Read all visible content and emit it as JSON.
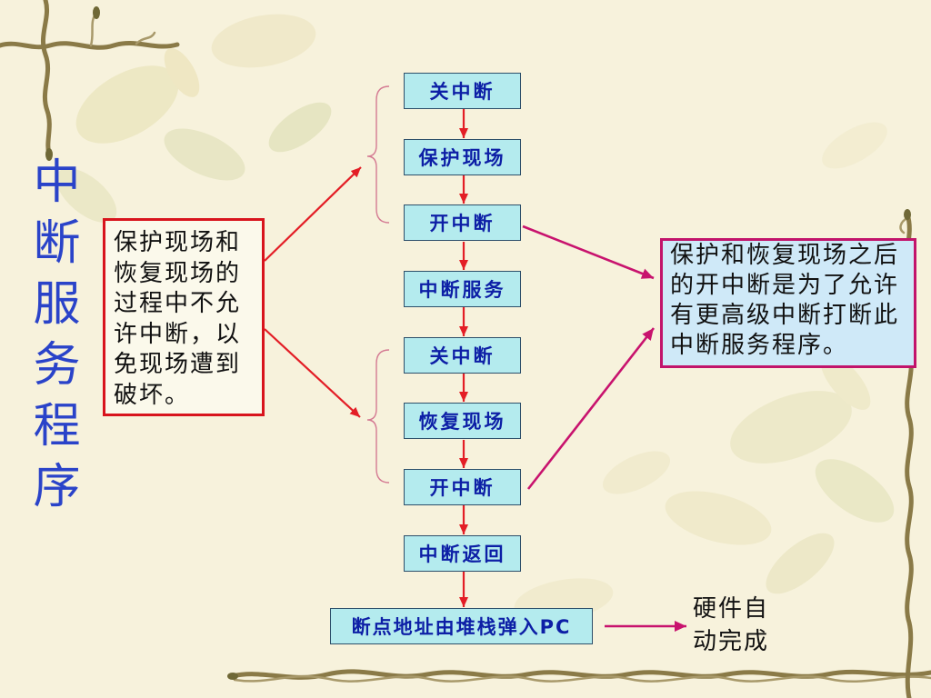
{
  "title": "中断服务程序",
  "left_note": {
    "lines": [
      "保护现场和",
      "恢复现场的",
      "过程中不允",
      "许中断，以",
      "免现场遭到",
      "破坏。"
    ]
  },
  "flow": {
    "steps": [
      {
        "label": "关中断"
      },
      {
        "label": "保护现场"
      },
      {
        "label": "开中断"
      },
      {
        "label": "中断服务"
      },
      {
        "label": "关中断"
      },
      {
        "label": "恢复现场"
      },
      {
        "label": "开中断"
      },
      {
        "label": "中断返回"
      },
      {
        "label": "断点地址由堆栈弹入PC"
      }
    ]
  },
  "right_note": {
    "lines": [
      "保护和恢复现场之后",
      "的开中断是为了允许",
      "有更高级中断打断此",
      "中断服务程序。"
    ]
  },
  "hardware_note": {
    "lines": [
      "硬件自",
      "动完成"
    ]
  },
  "colors": {
    "background": "#f7f2dc",
    "title": "#2a43c9",
    "flow_text": "#0d1fa6",
    "flow_fill": "#b4ebee",
    "flow_border": "#2d4f6a",
    "left_border": "#d8141d",
    "right_border": "#c2146b",
    "right_fill": "#cfe9f8",
    "arrow_red": "#e31e26",
    "arrow_magenta": "#c8136e"
  }
}
